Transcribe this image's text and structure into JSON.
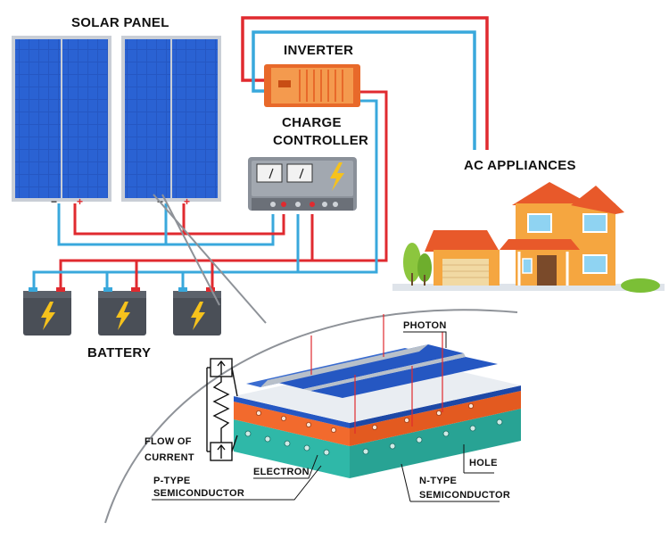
{
  "labels": {
    "solar_panel": "SOLAR PANEL",
    "inverter": "INVERTER",
    "charge_controller_1": "CHARGE",
    "charge_controller_2": "CONTROLLER",
    "ac_appliances": "AC APPLIANCES",
    "battery": "BATTERY",
    "photon": "PHOTON",
    "flow_of_current_1": "FLOW OF",
    "flow_of_current_2": "CURRENT",
    "electron": "ELECTRON",
    "p_type_1": "P-TYPE",
    "p_type_2": "SEMICONDUCTOR",
    "hole": "HOLE",
    "n_type_1": "N-TYPE",
    "n_type_2": "SEMICONDUCTOR"
  },
  "terminals": {
    "minus": "−",
    "plus": "+"
  },
  "colors": {
    "wire_positive": "#e02a2f",
    "wire_negative": "#39a8dc",
    "panel_blue": "#1f4fb0",
    "panel_frame": "#c9ced6",
    "inverter_orange": "#f07b2a",
    "battery_body": "#4a4f57",
    "bolt_yellow": "#f6c21c",
    "house_wall": "#f5a640",
    "roof_orange": "#e8592a",
    "p_layer": "#f26a2d",
    "n_layer": "#2fb8a8"
  },
  "icons": [
    "lightning-bolt-icon",
    "meter-icon",
    "tree-icon",
    "house-icon"
  ]
}
